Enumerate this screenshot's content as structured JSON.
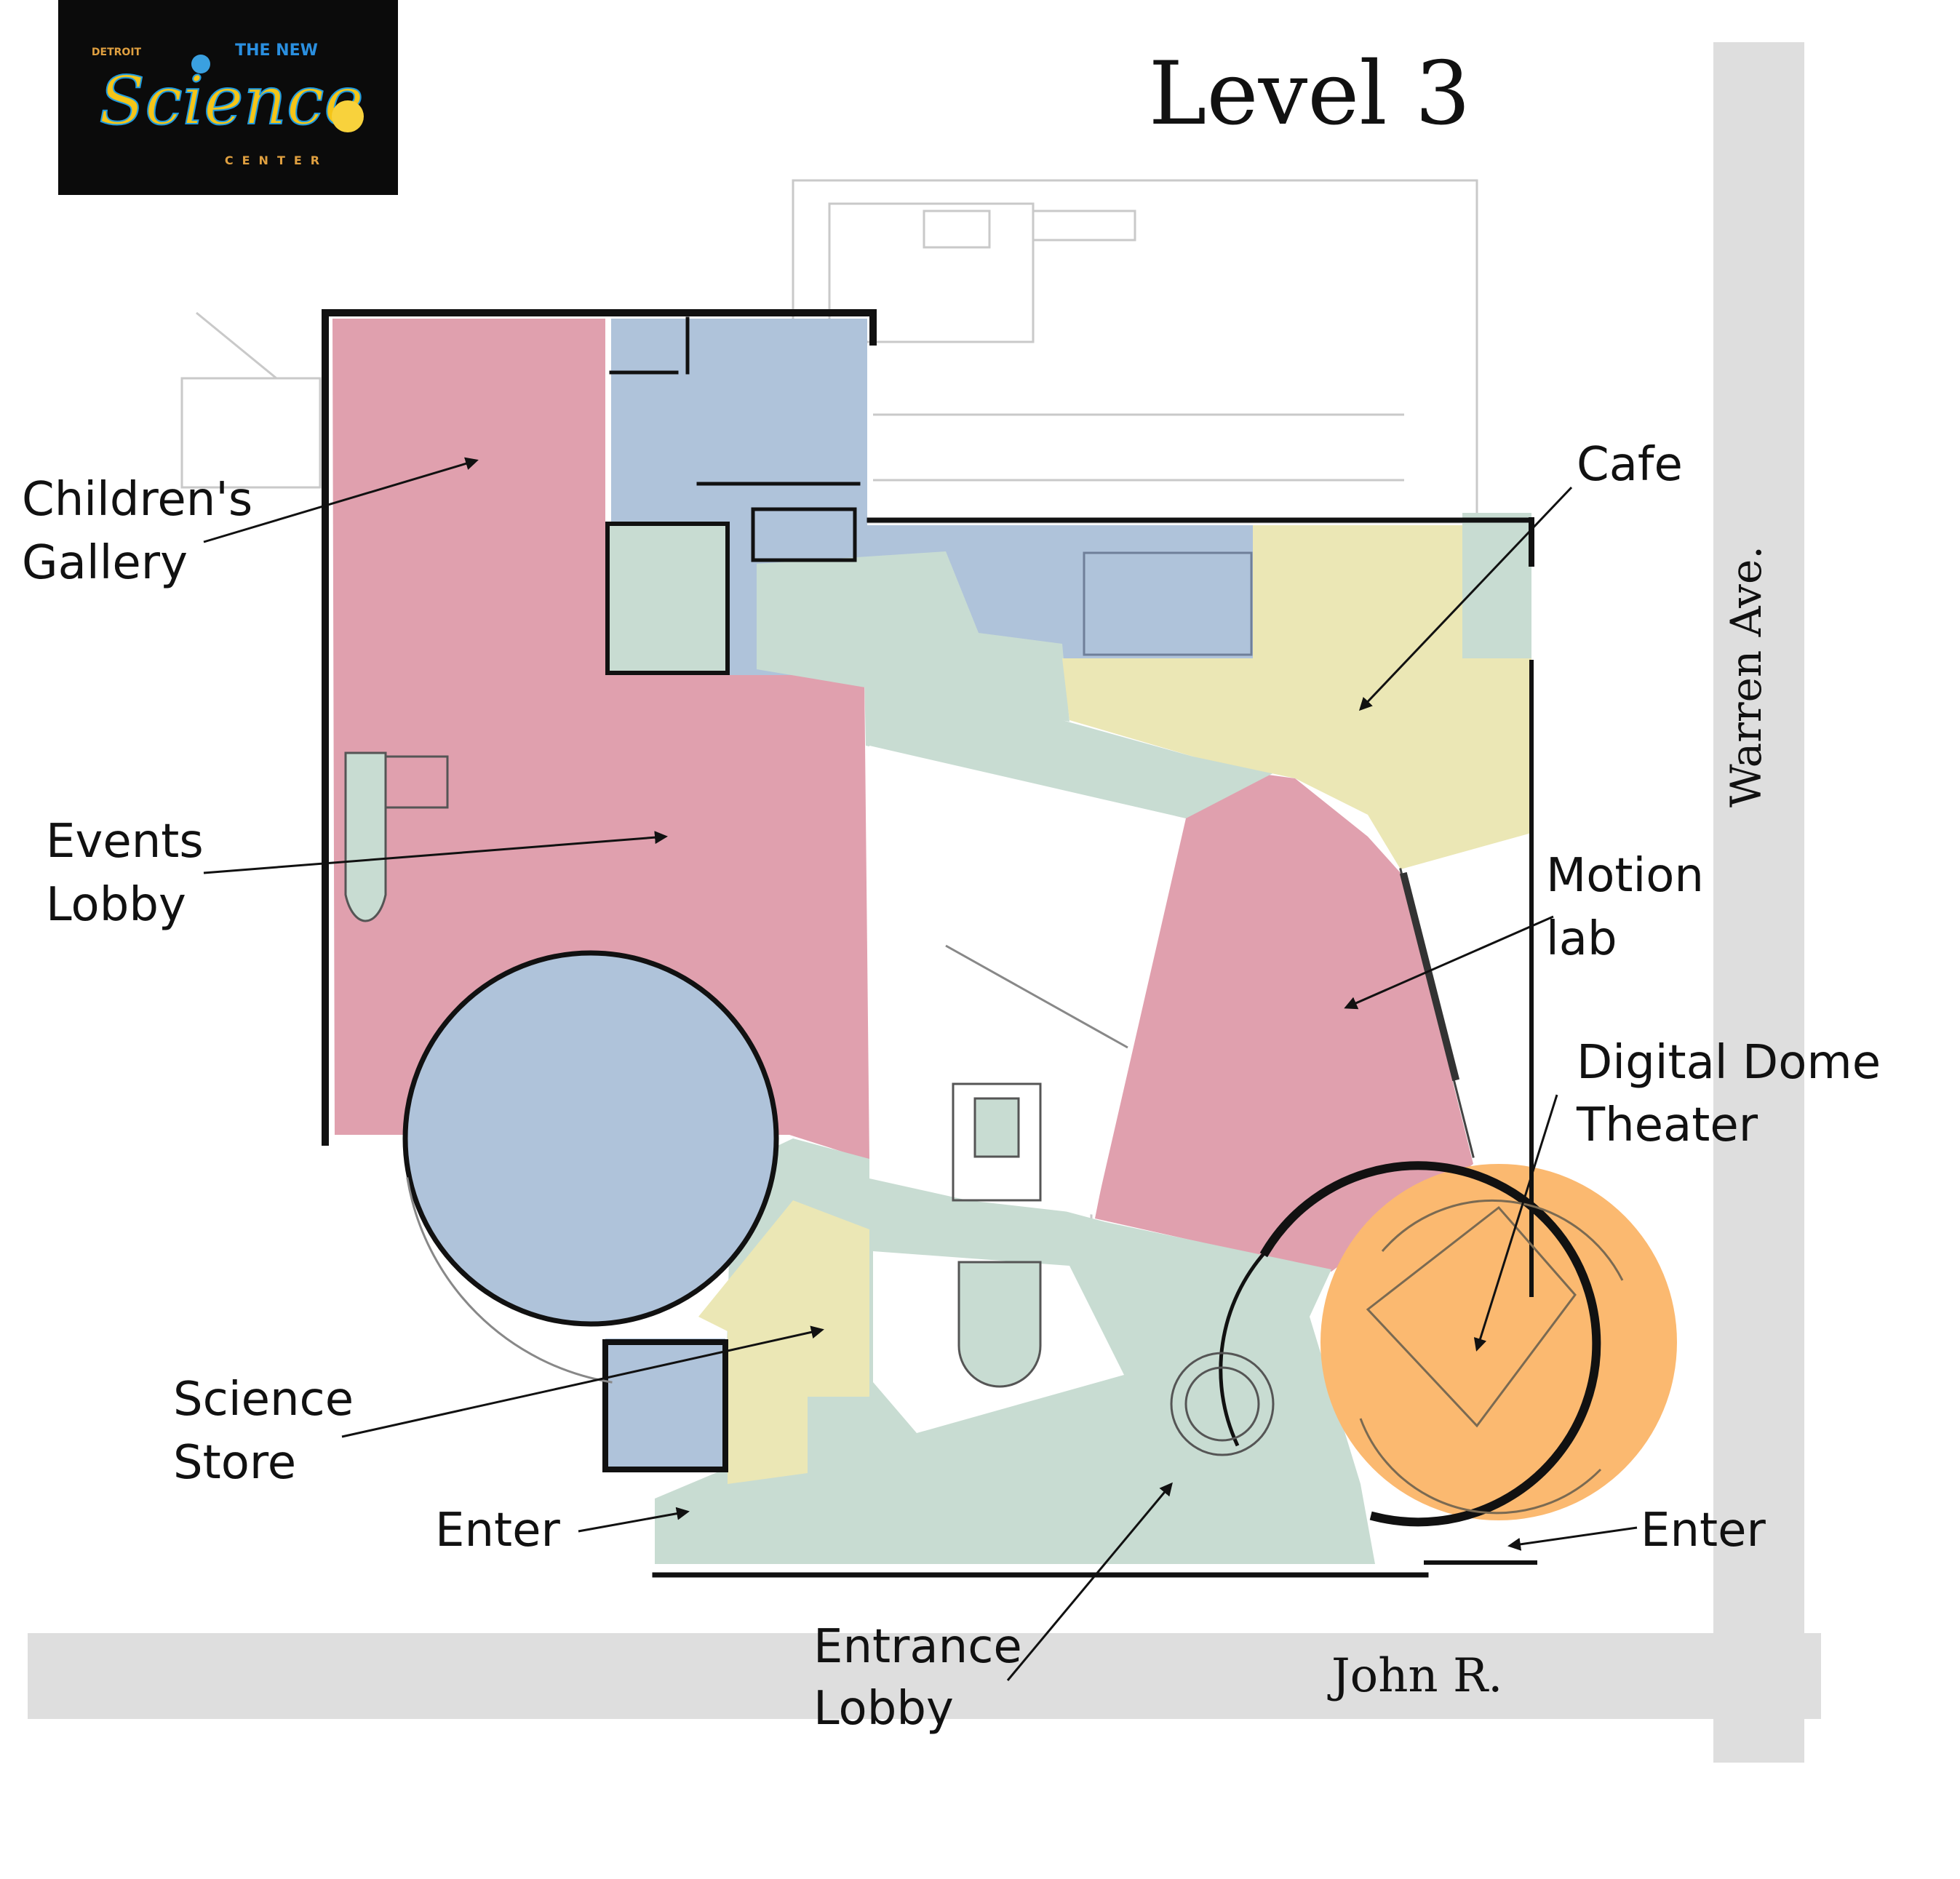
{
  "logo": {
    "top_line": "THE NEW",
    "word": "Science",
    "side_text": "DETROIT",
    "bottom_text": "CENTER"
  },
  "title": "Level 3",
  "streets": {
    "vertical": "Warren Ave.",
    "horizontal": "John R."
  },
  "rooms": [
    {
      "name": "Children's Gallery",
      "lines": [
        "Children's",
        "Gallery"
      ],
      "color": "#e0a0ae"
    },
    {
      "name": "Events Lobby",
      "lines": [
        "Events",
        "Lobby"
      ],
      "color": "#e0a0ae"
    },
    {
      "name": "Science Store",
      "lines": [
        "Science",
        "Store"
      ],
      "color": "#ebe7b5"
    },
    {
      "name": "Entrance Lobby",
      "lines": [
        "Entrance",
        "Lobby"
      ],
      "color": "#c8dcd2"
    },
    {
      "name": "Cafe",
      "lines": [
        "Cafe"
      ],
      "color": "#ebe7b5"
    },
    {
      "name": "Motion lab",
      "lines": [
        "Motion",
        "lab"
      ],
      "color": "#e0a0ae"
    },
    {
      "name": "Digital Dome Theater",
      "lines": [
        "Digital Dome",
        "Theater"
      ],
      "color": "#fbb970"
    }
  ],
  "entrances": [
    "Enter",
    "Enter"
  ],
  "colors": {
    "pink": "#e0a0ae",
    "blue": "#afc3da",
    "green": "#c8dcd2",
    "yellow": "#ebe7b5",
    "orange": "#fbb970",
    "street": "#dedede"
  }
}
